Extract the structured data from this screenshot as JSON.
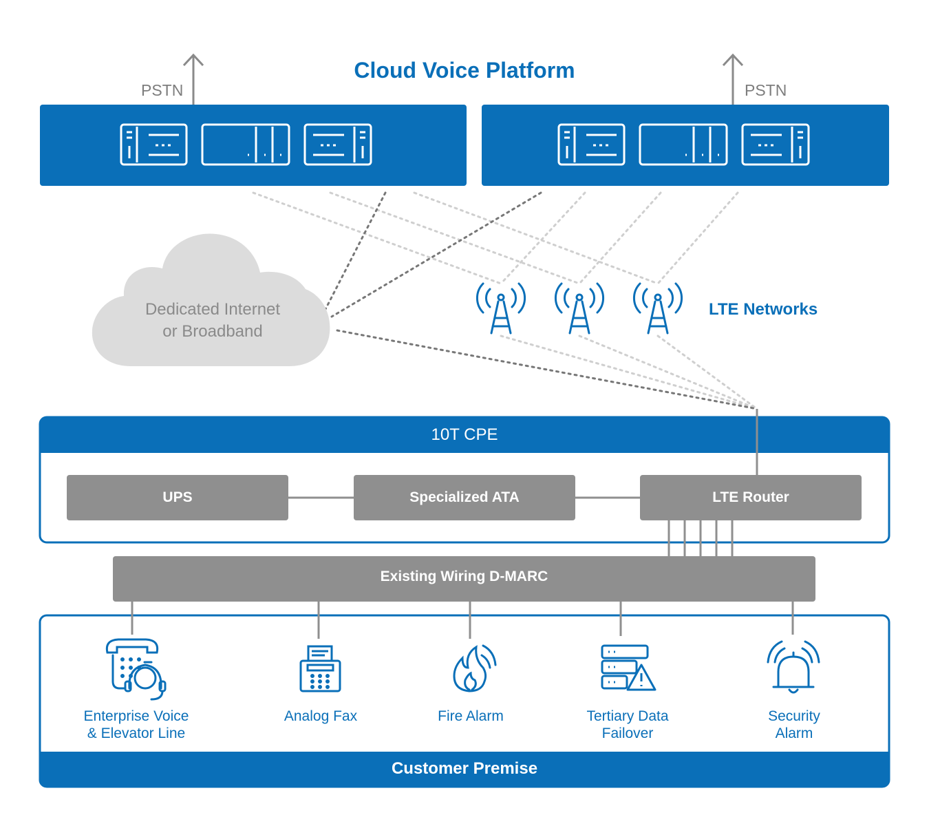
{
  "header": {
    "title": "Cloud Voice Platform",
    "pstn_left": "PSTN",
    "pstn_right": "PSTN"
  },
  "internet": {
    "label_line1": "Dedicated Internet",
    "label_line2": "or Broadband"
  },
  "lte": {
    "label": "LTE Networks"
  },
  "cpe": {
    "title": "10T CPE",
    "boxes": [
      {
        "label": "UPS"
      },
      {
        "label": "Specialized ATA"
      },
      {
        "label": "LTE Router"
      }
    ]
  },
  "dmarc": {
    "label": "Existing Wiring D-MARC"
  },
  "devices": [
    {
      "line1": "Enterprise Voice",
      "line2": "& Elevator Line",
      "icon": "phone-headset-icon"
    },
    {
      "line1": "Analog Fax",
      "line2": "",
      "icon": "fax-icon"
    },
    {
      "line1": "Fire Alarm",
      "line2": "",
      "icon": "fire-alarm-icon"
    },
    {
      "line1": "Tertiary Data",
      "line2": "Failover",
      "icon": "server-warning-icon"
    },
    {
      "line1": "Security",
      "line2": "Alarm",
      "icon": "security-bell-icon"
    }
  ],
  "premise": {
    "label": "Customer Premise"
  },
  "colors": {
    "brand_blue": "#0a6fb8",
    "gray_box": "#8f8f8f",
    "cloud": "#dcdcdc",
    "dots": "#cccccc",
    "dark_dots": "#777777"
  }
}
